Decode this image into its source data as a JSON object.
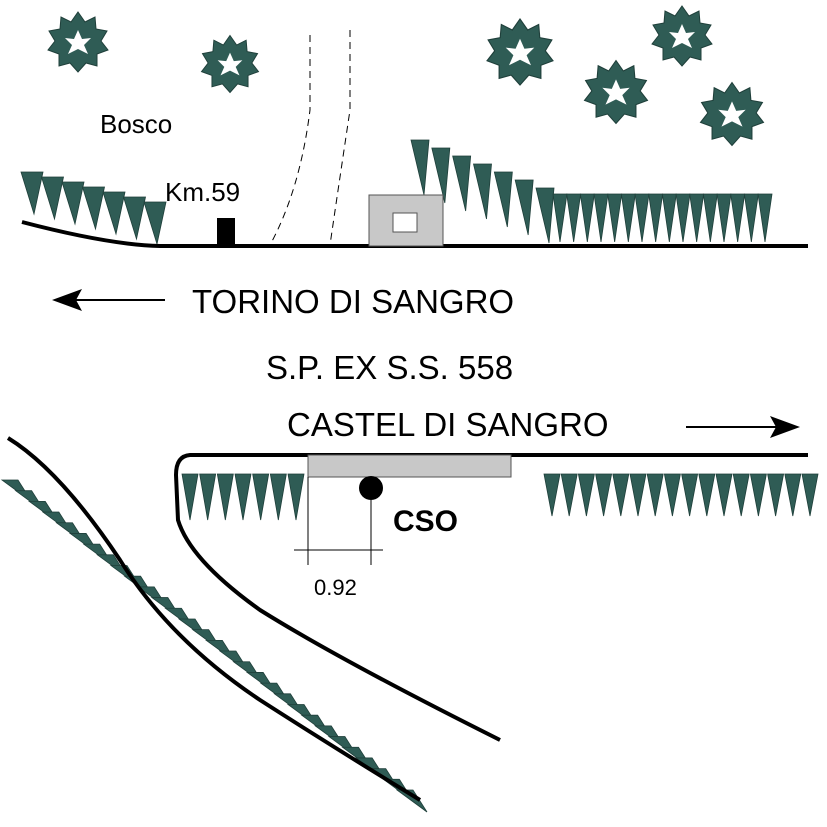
{
  "labels": {
    "bosco": "Bosco",
    "km": "Km.59",
    "torino": "TORINO DI SANGRO",
    "road": "S.P. EX S.S. 558",
    "castel": "CASTEL DI SANGRO",
    "station": "CSO",
    "offset": "0.92"
  },
  "colors": {
    "tree": "#2f5c55",
    "tree_light": "#6fa39a",
    "building": "#c8c8c8",
    "road": "#000000"
  },
  "icons": {
    "tree": "tree-icon",
    "embankment": "embankment-hatch",
    "arrow": "arrow-icon"
  }
}
